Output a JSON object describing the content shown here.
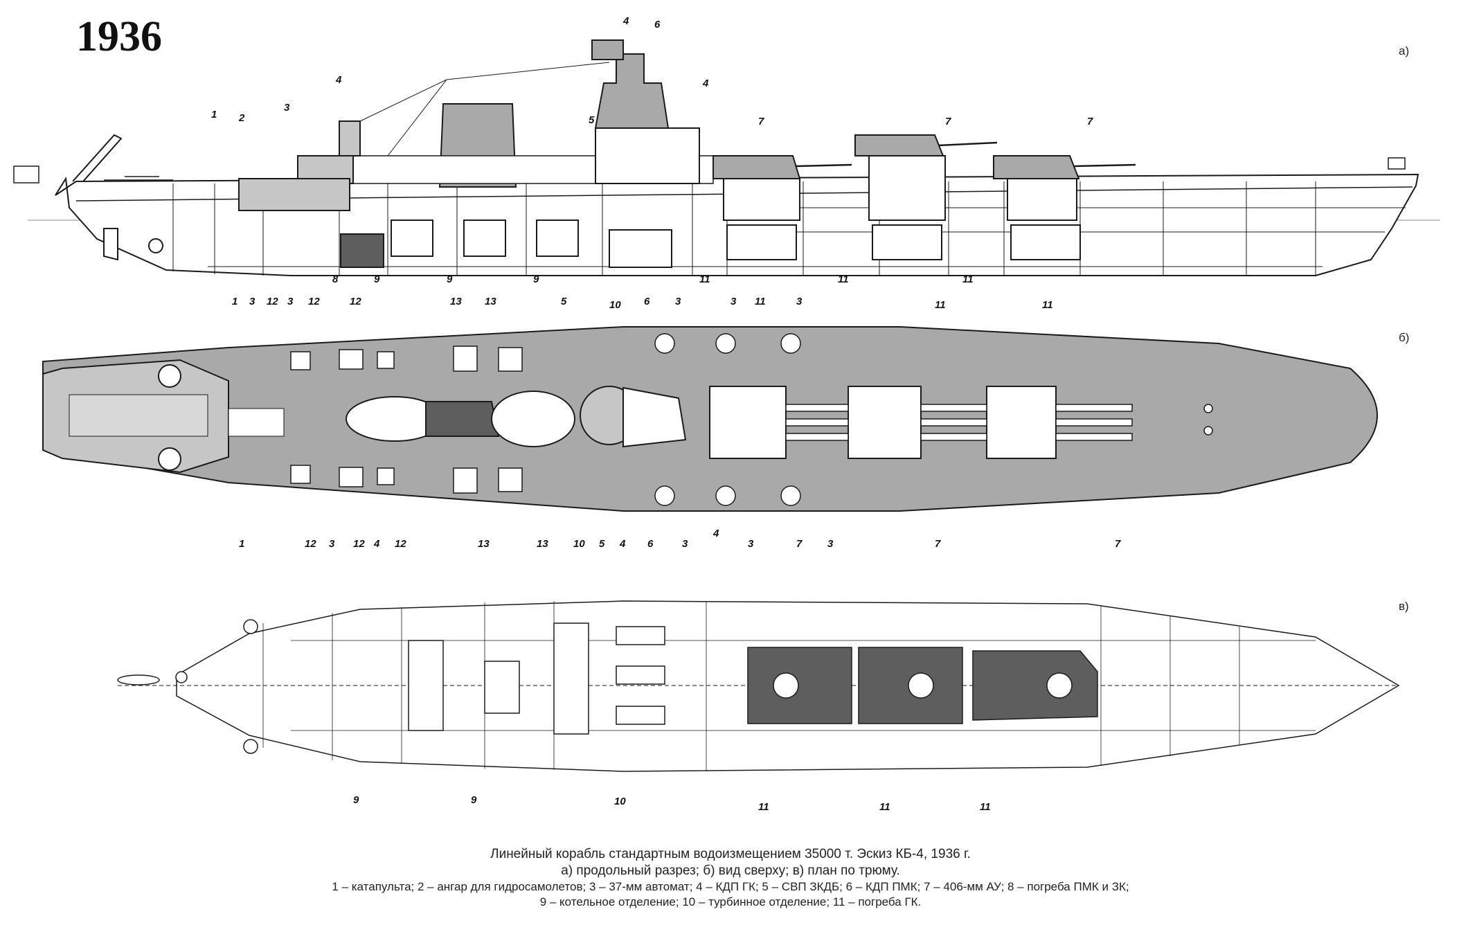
{
  "year": "1936",
  "view_labels": {
    "a": "а)",
    "b": "б)",
    "v": "в)"
  },
  "callouts": {
    "side": [
      "1",
      "2",
      "3",
      "4",
      "4",
      "6",
      "4",
      "5",
      "7",
      "7",
      "7",
      "8",
      "9",
      "9",
      "9",
      "10",
      "11",
      "11",
      "11",
      "11",
      "11",
      "11"
    ],
    "top_upper": [
      "1",
      "3",
      "12",
      "3",
      "12",
      "12",
      "13",
      "13",
      "5",
      "6",
      "3",
      "3",
      "3"
    ],
    "top_lower": [
      "1",
      "12",
      "3",
      "12",
      "4",
      "12",
      "13",
      "13",
      "10",
      "5",
      "4",
      "6",
      "3",
      "3",
      "4",
      "7",
      "3",
      "7",
      "7"
    ],
    "hold": [
      "9",
      "9",
      "10",
      "11",
      "11",
      "11"
    ]
  },
  "caption": {
    "line1": "Линейный корабль стандартным водоизмещением 35000 т. Эскиз КБ-4, 1936 г.",
    "line2": "а) продольный разрез; б) вид сверху; в) план по трюму.",
    "line3": "1 – катапульта; 2 – ангар для гидросамолетов; 3 – 37-мм автомат; 4 – КДП ГК; 5 – СВП ЗКДБ; 6 – КДП ПМК; 7 – 406-мм АУ; 8 – погреба ПМК и ЗК;",
    "line4": "9 – котельное отделение; 10 – турбинное отделение; 11 – погреба ГК."
  },
  "colors": {
    "deck_grey": "#a9a9a9",
    "turret_grey": "#c6c6c6",
    "magazine_dark": "#5e5e5e",
    "line": "#1a1a1a"
  }
}
